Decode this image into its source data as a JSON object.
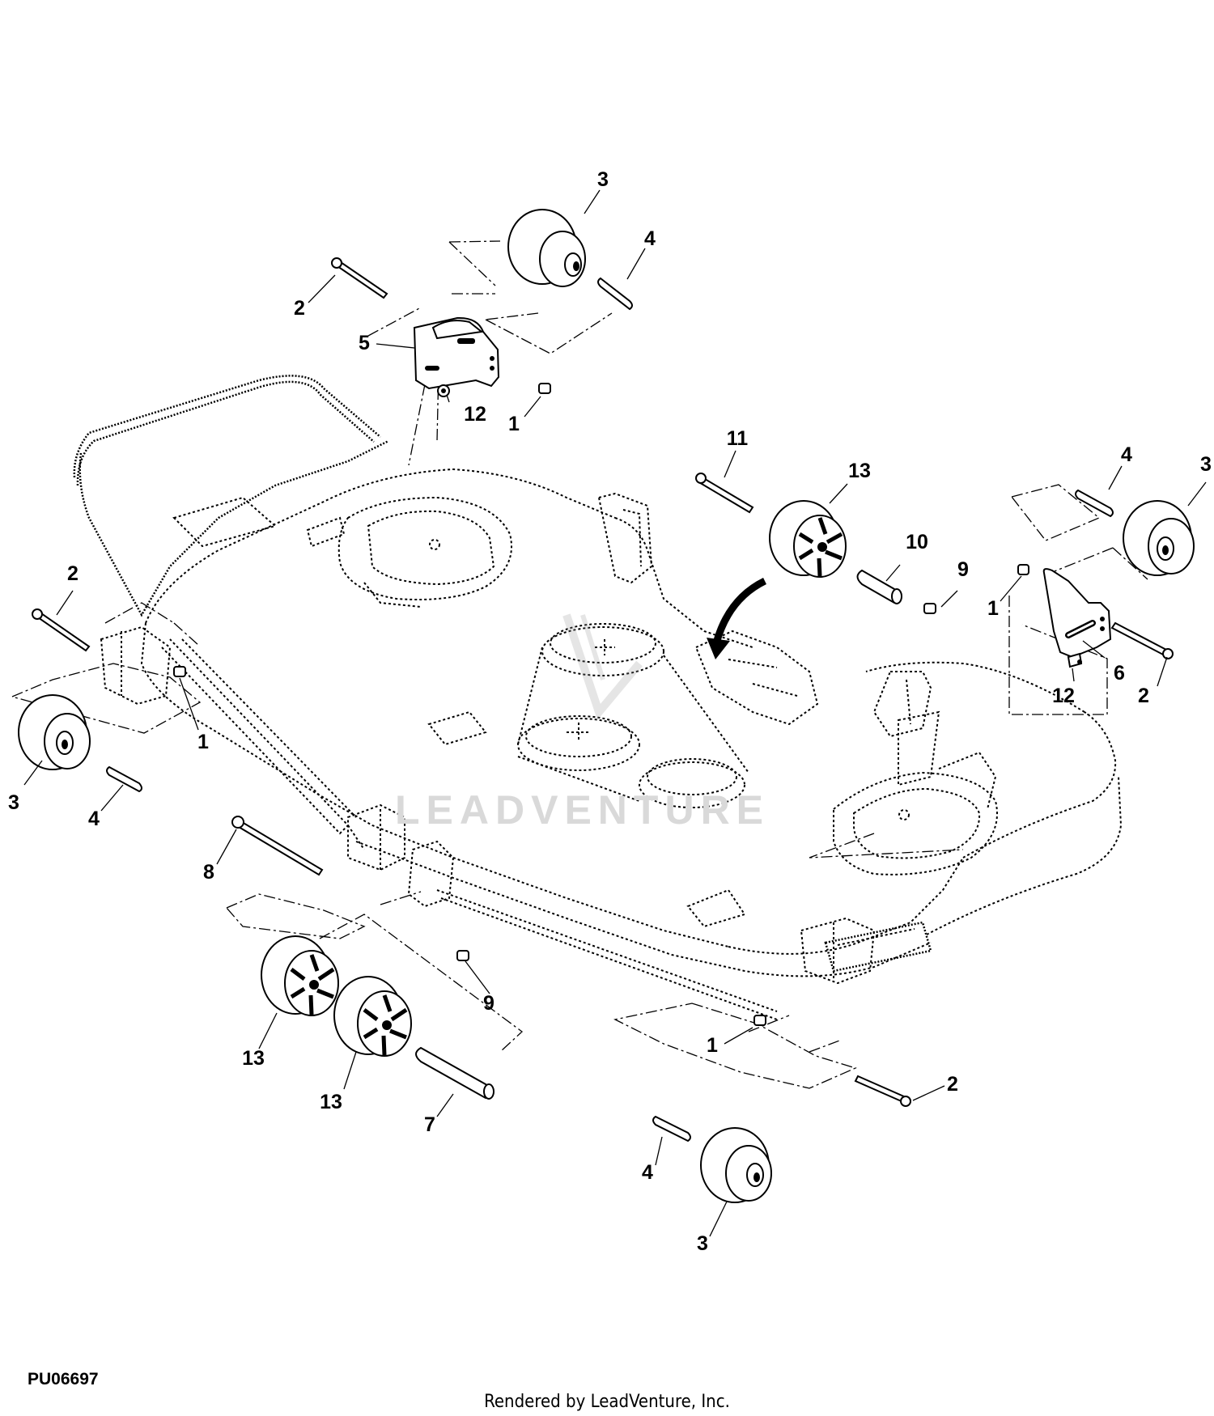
{
  "drawing_id": "PU06697",
  "footer": "Rendered by LeadVenture, Inc.",
  "watermark": "LEADVENTURE",
  "callouts": [
    {
      "key": "c3a",
      "label": "3"
    },
    {
      "key": "c4a",
      "label": "4"
    },
    {
      "key": "c2a",
      "label": "2"
    },
    {
      "key": "c5",
      "label": "5"
    },
    {
      "key": "c12a",
      "label": "12"
    },
    {
      "key": "c1a",
      "label": "1"
    },
    {
      "key": "c11",
      "label": "11"
    },
    {
      "key": "c13a",
      "label": "13"
    },
    {
      "key": "c10",
      "label": "10"
    },
    {
      "key": "c9a",
      "label": "9"
    },
    {
      "key": "c4b",
      "label": "4"
    },
    {
      "key": "c3b",
      "label": "3"
    },
    {
      "key": "c1b",
      "label": "1"
    },
    {
      "key": "c6",
      "label": "6"
    },
    {
      "key": "c12b",
      "label": "12"
    },
    {
      "key": "c2b",
      "label": "2"
    },
    {
      "key": "c2c",
      "label": "2"
    },
    {
      "key": "c1c",
      "label": "1"
    },
    {
      "key": "c3c",
      "label": "3"
    },
    {
      "key": "c4c",
      "label": "4"
    },
    {
      "key": "c8",
      "label": "8"
    },
    {
      "key": "c9b",
      "label": "9"
    },
    {
      "key": "c13b",
      "label": "13"
    },
    {
      "key": "c13c",
      "label": "13"
    },
    {
      "key": "c7",
      "label": "7"
    },
    {
      "key": "c1d",
      "label": "1"
    },
    {
      "key": "c2d",
      "label": "2"
    },
    {
      "key": "c4d",
      "label": "4"
    },
    {
      "key": "c3d",
      "label": "3"
    }
  ]
}
